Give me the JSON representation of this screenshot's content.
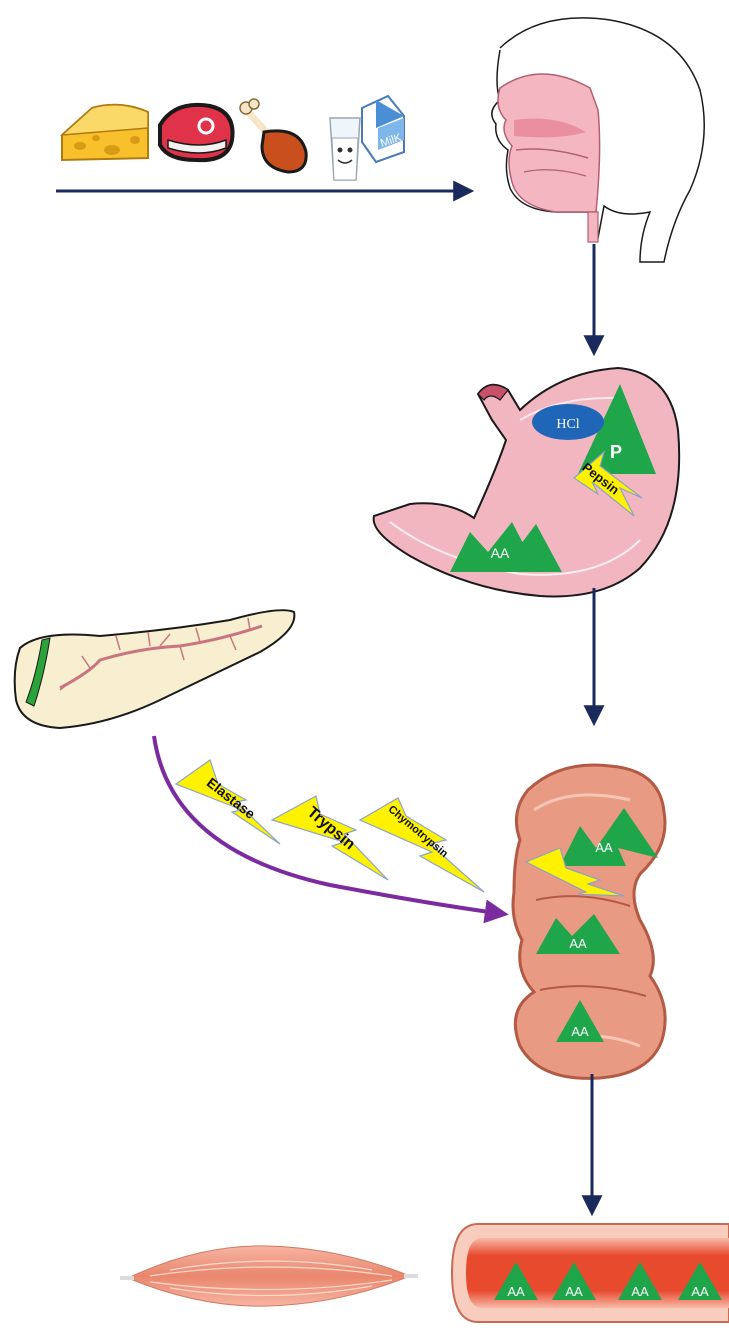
{
  "labels": {
    "hcl": "HCl",
    "protein": "P",
    "pepsin": "Pepsin",
    "elastase": "Elastase",
    "trypsin": "Trypsin",
    "chymotrypsin": "Chymotrypsin",
    "amino_acid": "AA",
    "milk": "MilK"
  },
  "colors": {
    "arrow": "#1b2a5c",
    "pancreatic_arrow": "#7b2aa0",
    "protein_triangle": "#1fa54a",
    "enzyme_bolt": "#fff200",
    "hcl_ellipse": "#1f66b8",
    "stomach": "#f2b6c0",
    "intestine": "#e89a82",
    "vessel": "#e84a2e"
  },
  "icons": [
    "cheese-icon",
    "steak-icon",
    "chicken-leg-icon",
    "milk-icon",
    "head-icon",
    "stomach-icon",
    "pancreas-icon",
    "small-intestine-icon",
    "muscle-icon",
    "blood-vessel-icon"
  ]
}
